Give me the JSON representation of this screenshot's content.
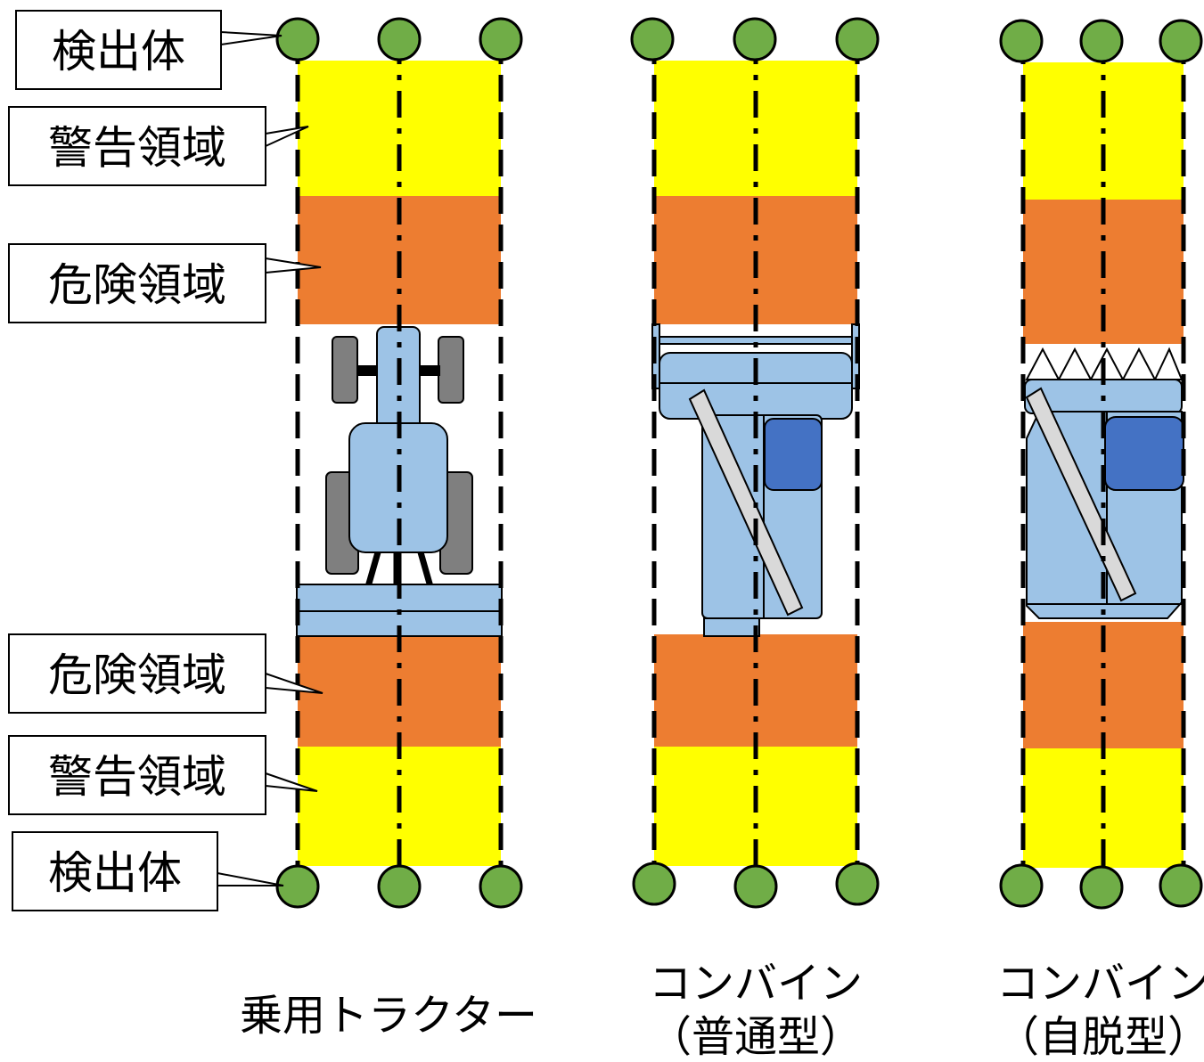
{
  "callouts": {
    "detector_top": "検出体",
    "warning_top": "警告領域",
    "danger_top": "危険領域",
    "danger_bottom": "危険領域",
    "warning_bottom": "警告領域",
    "detector_bottom": "検出体"
  },
  "captions": {
    "tractor": "乗用トラクター",
    "combine_normal_line1": "コンバイン",
    "combine_normal_line2": "（普通型）",
    "combine_self_line1": "コンバイン",
    "combine_self_line2": "（自脱型）"
  },
  "colors": {
    "warning_zone": "#FFFF00",
    "danger_zone": "#ED7D31",
    "detector": "#70AD47",
    "machine_body": "#9DC3E6",
    "machine_dark": "#4472C4",
    "wheel": "#7F7F7F"
  }
}
